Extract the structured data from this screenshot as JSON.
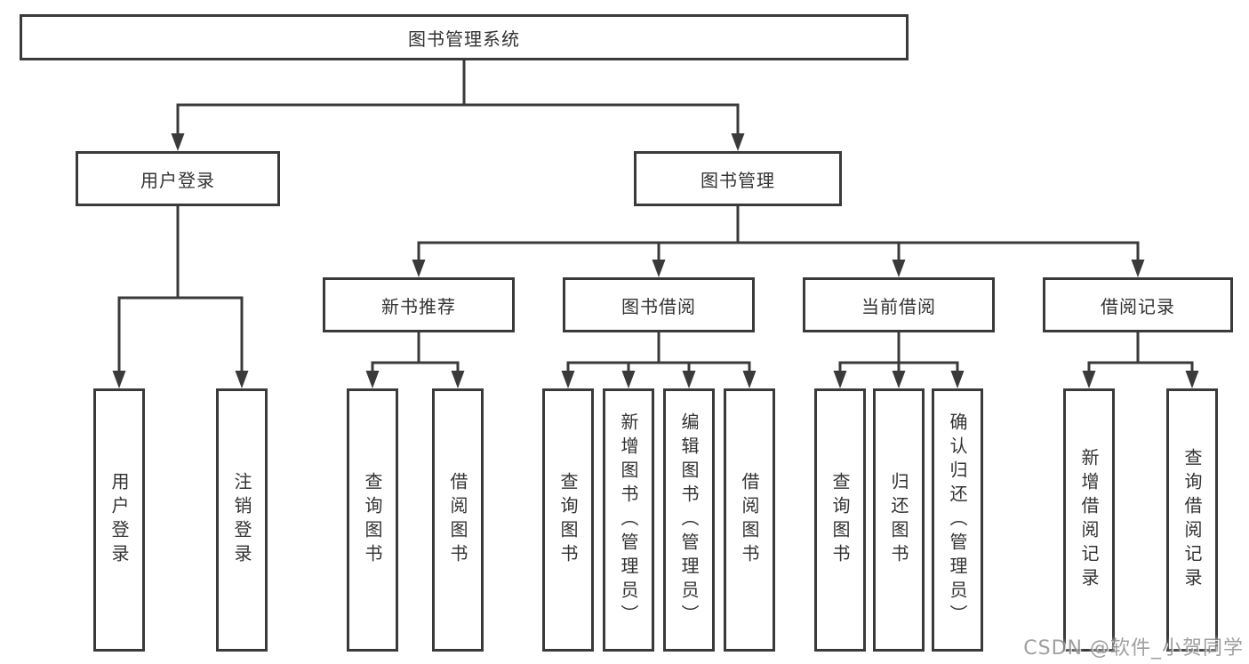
{
  "diagram": {
    "type": "tree-diagram",
    "colors": {
      "line": "#3a3a3a",
      "box_border": "#3a3a3a",
      "box_background": "#ffffff",
      "text": "#333333",
      "watermark": "#8f8f8f"
    },
    "watermark": "CSDN @软件_小贺同学",
    "nodes": {
      "root": {
        "label": "图书管理系统"
      },
      "user_login_branch": {
        "label": "用户登录"
      },
      "book_mgmt_branch": {
        "label": "图书管理"
      },
      "new_book_rec": {
        "label": "新书推荐"
      },
      "book_borrow": {
        "label": "图书借阅"
      },
      "current_borrow": {
        "label": "当前借阅"
      },
      "borrow_records": {
        "label": "借阅记录"
      },
      "user_login_leaf": {
        "label": "用户登录"
      },
      "logout_leaf": {
        "label": "注销登录"
      },
      "rec_query_books": {
        "label": "查询图书"
      },
      "rec_borrow_books": {
        "label": "借阅图书"
      },
      "bb_query_books": {
        "label": "查询图书"
      },
      "bb_add_books": {
        "label": "新增图书（管理员）"
      },
      "bb_edit_books": {
        "label": "编辑图书（管理员）"
      },
      "bb_borrow_books": {
        "label": "借阅图书"
      },
      "cb_query_books": {
        "label": "查询图书"
      },
      "cb_return_books": {
        "label": "归还图书"
      },
      "cb_confirm_return": {
        "label": "确认归还（管理员）"
      },
      "br_add_record": {
        "label": "新增借阅记录"
      },
      "br_query_record": {
        "label": "查询借阅记录"
      }
    }
  }
}
